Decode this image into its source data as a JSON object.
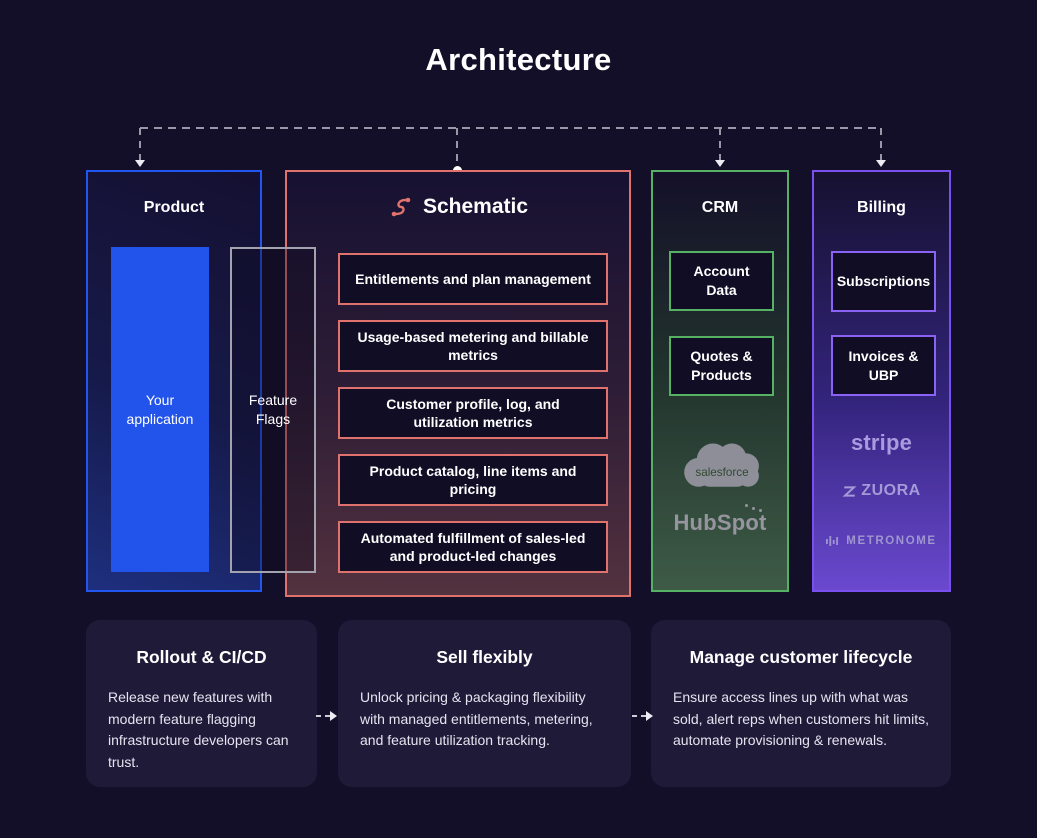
{
  "page": {
    "title": "Architecture",
    "background": "#140f29"
  },
  "connector": {
    "style": "dashed",
    "color": "#9a97a8"
  },
  "product": {
    "title": "Product",
    "accent": "#2156f0",
    "app_label": "Your application",
    "feature_flags_label": "Feature Flags"
  },
  "schematic": {
    "title": "Schematic",
    "accent": "#df726d",
    "boxes": [
      "Entitlements and plan management",
      "Usage-based metering and billable metrics",
      "Customer profile, log, and utilization metrics",
      "Product catalog, line items and pricing",
      "Automated fulfillment of sales-led and product-led changes"
    ]
  },
  "crm": {
    "title": "CRM",
    "accent": "#55b164",
    "boxes": [
      "Account Data",
      "Quotes & Products"
    ],
    "logos": [
      "salesforce",
      "HubSpot"
    ]
  },
  "billing": {
    "title": "Billing",
    "accent": "#7a4ff0",
    "boxes": [
      "Subscriptions",
      "Invoices & UBP"
    ],
    "logos": [
      "stripe",
      "ZUORA",
      "METRONOME"
    ]
  },
  "cards": [
    {
      "title": "Rollout & CI/CD",
      "body": "Release new features with modern feature flagging infrastructure developers can trust."
    },
    {
      "title": "Sell flexibly",
      "body": "Unlock pricing & packaging flexibility with managed entitlements, metering, and feature utilization tracking."
    },
    {
      "title": "Manage customer lifecycle",
      "body": "Ensure access lines up with what was sold, alert reps when customers hit limits, automate provisioning & renewals."
    }
  ]
}
